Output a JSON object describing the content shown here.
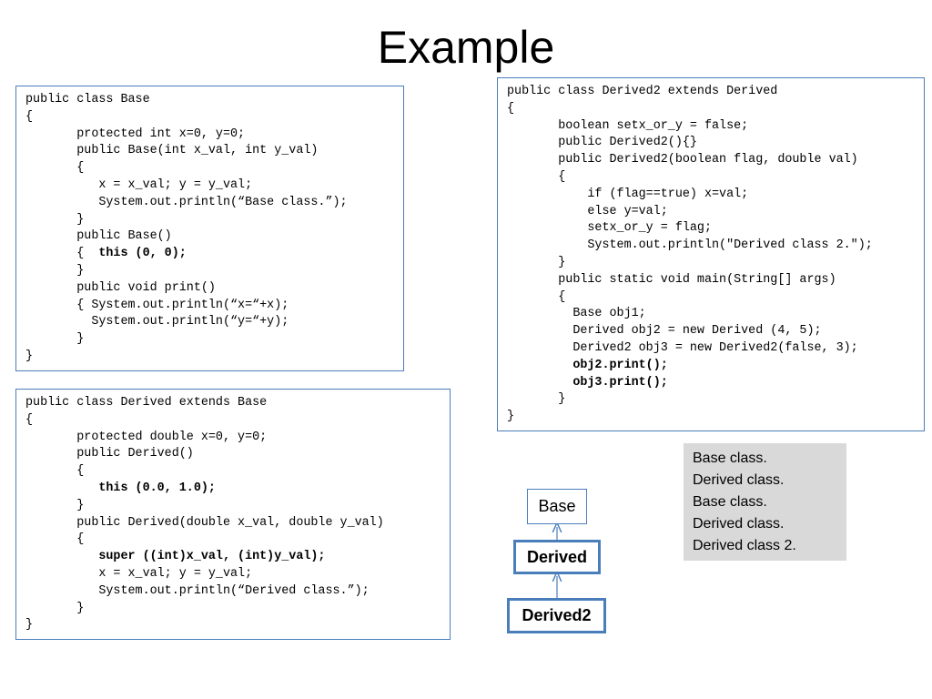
{
  "slide": {
    "title": "Example"
  },
  "code_blocks": {
    "base": [
      "public class Base",
      "{",
      "       protected int x=0, y=0;",
      "       public Base(int x_val, int y_val)",
      "       {",
      "          x = x_val; y = y_val;",
      "          System.out.println(“Base class.”);",
      "       }",
      "       public Base()",
      "       {  ",
      "       }",
      "       public void print()",
      "       { System.out.println(“x=“+x);",
      "         System.out.println(“y=“+y);",
      "       }",
      "}"
    ],
    "base_bold": {
      "line9": "this (0, 0);"
    },
    "derived": [
      "public class Derived extends Base",
      "{",
      "       protected double x=0, y=0;",
      "       public Derived()",
      "       {",
      "          ",
      "       }",
      "       public Derived(double x_val, double y_val)",
      "       {",
      "          ",
      "          x = x_val; y = y_val;",
      "          System.out.println(“Derived class.”);",
      "       }",
      "}"
    ],
    "derived_bold": {
      "line5": "this (0.0, 1.0);",
      "line9": "super ((int)x_val, (int)y_val);"
    },
    "derived2": [
      "public class Derived2 extends Derived",
      "{",
      "       boolean setx_or_y = false;",
      "       public Derived2(){}",
      "       public Derived2(boolean flag, double val)",
      "       {",
      "           if (flag==true) x=val;",
      "           else y=val;",
      "           setx_or_y = flag;",
      "           System.out.println(\"Derived class 2.\");",
      "       }",
      "       public static void main(String[] args)",
      "       {",
      "         Base obj1;",
      "         Derived obj2 = new Derived (4, 5);",
      "         Derived2 obj3 = new Derived2(false, 3);",
      "         ",
      "         ",
      "       }",
      "}"
    ],
    "derived2_bold": {
      "line16": "obj2.print();",
      "line17": "obj3.print();"
    }
  },
  "output": [
    "Base class.",
    "Derived class.",
    "Base class.",
    "Derived class.",
    "Derived class 2."
  ],
  "hierarchy": {
    "base": "Base",
    "derived": "Derived",
    "derived2": "Derived2"
  },
  "colors": {
    "accent": "#4a7ebb",
    "output_bg": "#d9d9d9"
  }
}
